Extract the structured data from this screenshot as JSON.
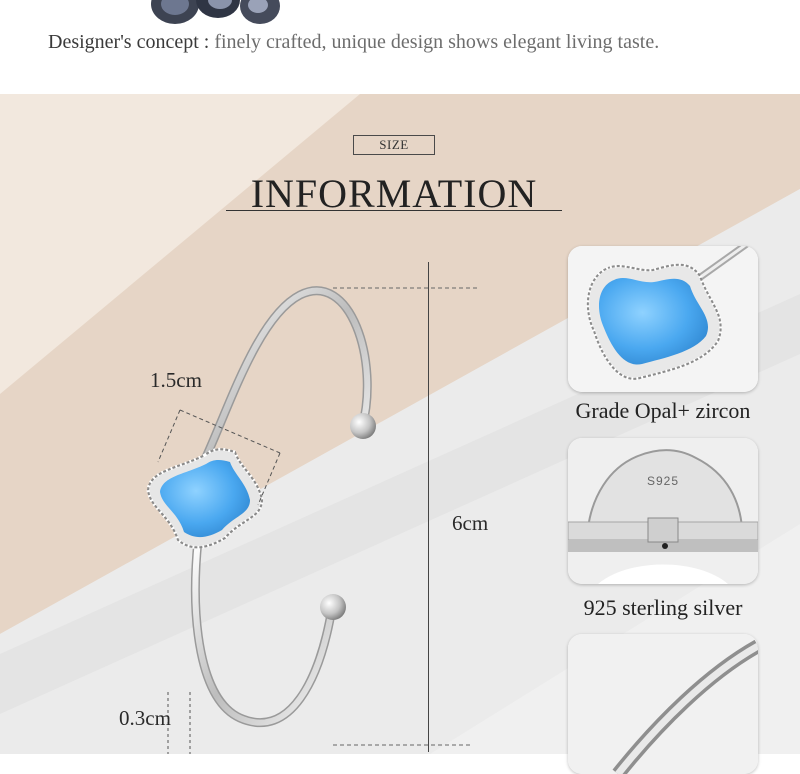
{
  "header": {
    "concept_label": "Designer's concept :",
    "concept_text": " finely crafted, unique design shows elegant living taste."
  },
  "section": {
    "size_tag": "SIZE",
    "title": "INFORMATION"
  },
  "dimensions": {
    "width": "1.5cm",
    "height": "6cm",
    "band": "0.3cm"
  },
  "details": [
    {
      "caption": "Grade Opal+ zircon"
    },
    {
      "caption": "925 sterling silver"
    },
    {
      "caption": ""
    }
  ],
  "stamp": "S925",
  "colors": {
    "opal": "#4aa8f0",
    "silver": "#d8d8d8",
    "background_light": "#eeeeee",
    "background_warm": "#e7d8cb"
  }
}
